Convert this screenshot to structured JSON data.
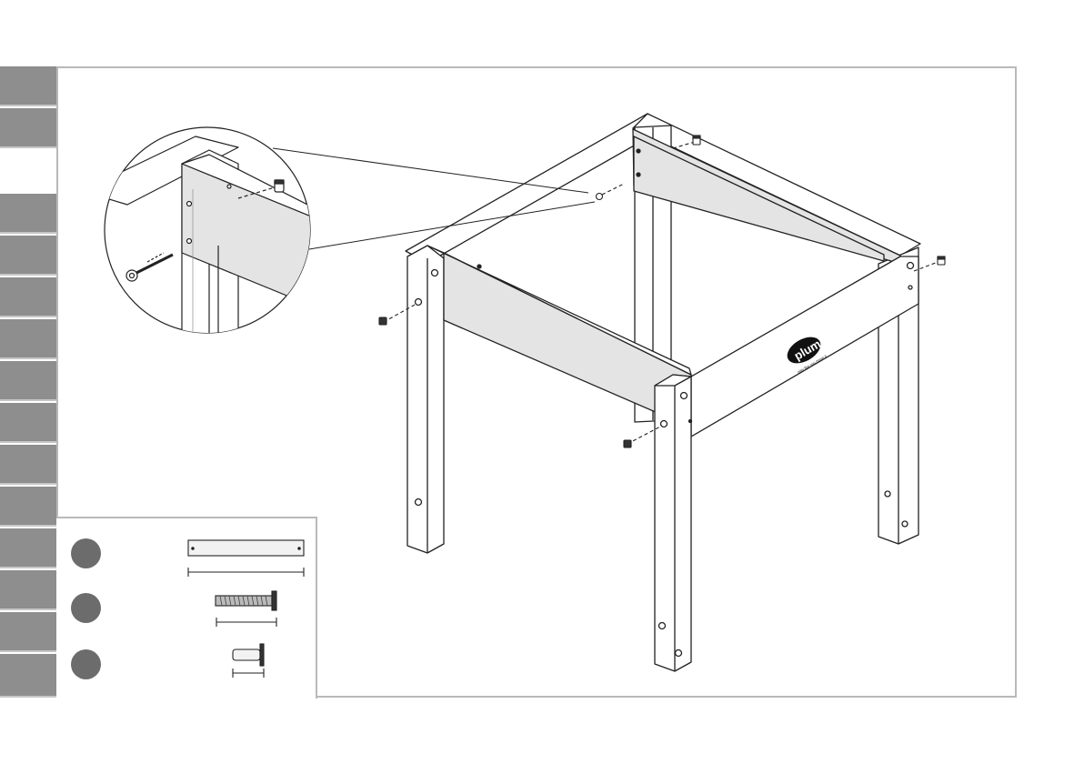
{
  "sidebar": {
    "tabs_upper": [
      {
        "name": "tab-1"
      },
      {
        "name": "tab-2"
      }
    ],
    "tabs_lower": [
      {
        "name": "tab-3"
      },
      {
        "name": "tab-4"
      },
      {
        "name": "tab-5"
      },
      {
        "name": "tab-6"
      },
      {
        "name": "tab-7"
      },
      {
        "name": "tab-8"
      },
      {
        "name": "tab-9"
      },
      {
        "name": "tab-10"
      },
      {
        "name": "tab-11"
      },
      {
        "name": "tab-12"
      },
      {
        "name": "tab-13"
      }
    ]
  },
  "illustration": {
    "logo_text": "plum",
    "logo_tagline": "play like you mean it"
  },
  "parts_list": {
    "items": [
      {
        "icon": "panel-board-icon"
      },
      {
        "icon": "long-bolt-icon"
      },
      {
        "icon": "barrel-nut-icon"
      }
    ]
  },
  "colors": {
    "sidebar_tab": "#8e8e8e",
    "frame_border": "#b9b9b9",
    "panel_fill": "#e4e4e4",
    "badge": "#6c6c6c"
  }
}
